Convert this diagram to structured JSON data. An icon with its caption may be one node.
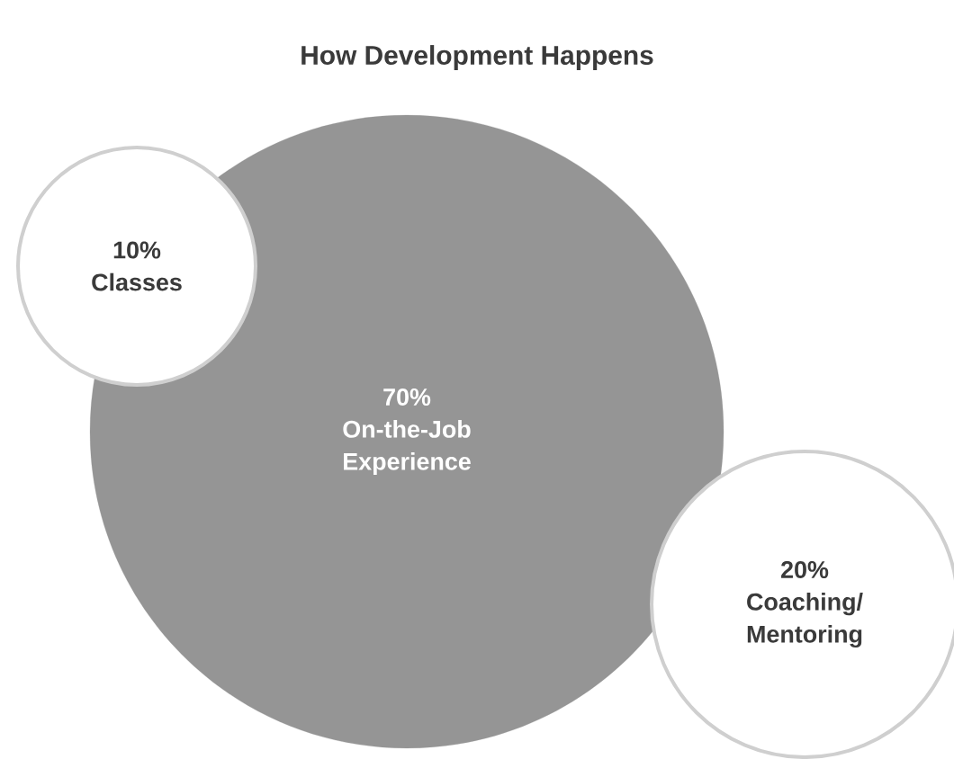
{
  "diagram": {
    "title": "How Development Happens",
    "nodes": [
      {
        "text": [
          "70%",
          "On-the-Job Experience"
        ]
      },
      {
        "text": [
          "10%",
          "Classes"
        ]
      },
      {
        "text": [
          "20%",
          "Coaching/ Mentoring"
        ]
      }
    ]
  }
}
